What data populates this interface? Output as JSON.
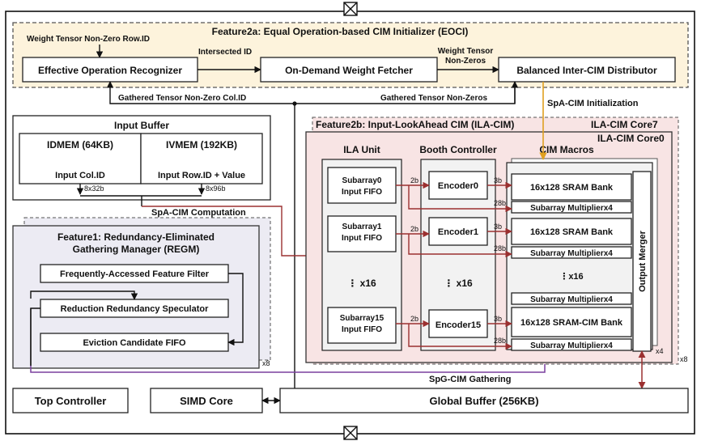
{
  "colors": {
    "eoci_fill": "#fdf3dc",
    "regm_fill": "#ecebf3",
    "ila_fill": "#f8e4e4",
    "cim_fill": "#f2f2f2",
    "init_arrow": "#e0a020",
    "red_arrow": "#9b3030",
    "spg_arrow": "#7a3f9d"
  },
  "icons": {
    "io_port": "x-box-icon"
  },
  "eoci": {
    "title": "Feature2a: Equal Operation-based CIM Initializer (EOCI)",
    "weight_row_id": "Weight Tensor Non-Zero Row.ID",
    "recognizer": "Effective Operation Recognizer",
    "intersected": "Intersected ID",
    "fetcher": "On-Demand Weight Fetcher",
    "wt_nonzeros_1": "Weight Tensor",
    "wt_nonzeros_2": "Non-Zeros",
    "distributor": "Balanced Inter-CIM Distributor",
    "gathered_col": "Gathered Tensor Non-Zero Col.ID",
    "gathered_nz": "Gathered Tensor Non-Zeros",
    "spa_init": "SpA-CIM Initialization"
  },
  "input_buffer": {
    "title": "Input Buffer",
    "idmem": "IDMEM (64KB)",
    "ivmem": "IVMEM (192KB)",
    "col_id": "Input Col.ID",
    "row_id": "Input Row.ID + Value",
    "w1": "8x32b",
    "w2": "8x96b"
  },
  "spa_comp": "SpA-CIM Computation",
  "regm": {
    "title1": "Feature1: Redundancy-Eliminated",
    "title2": "Gathering Manager (REGM)",
    "filter": "Frequently-Accessed Feature Filter",
    "speculator": "Reduction Redundancy Speculator",
    "fifo": "Eviction Candidate FIFO",
    "mult": "x8"
  },
  "ila": {
    "title": "Feature2b: Input-LookAhead CIM (ILA-CIM)",
    "core7": "ILA-CIM Core7",
    "core0": "ILA-CIM Core0",
    "unit": "ILA Unit",
    "booth": "Booth Controller",
    "macros": "CIM Macros",
    "sub0a": "Subarray0",
    "sub0b": "Input FIFO",
    "sub1a": "Subarray1",
    "sub1b": "Input FIFO",
    "sub15a": "Subarray15",
    "sub15b": "Input FIFO",
    "x16a": "⋮ x16",
    "x16b": "⋮ x16",
    "x16c": "⋮x16",
    "enc0": "Encoder0",
    "enc1": "Encoder1",
    "enc15": "Encoder15",
    "sram0": "16x128 SRAM Bank",
    "sram1": "16x128 SRAM Bank",
    "sram15": "16x128 SRAM-CIM Bank",
    "mul0": "Subarray Multiplierx4",
    "mul1": "Subarray Multiplierx4",
    "mul2": "Subarray Multiplierx4",
    "mul15": "Subarray Multiplierx4",
    "merger": "Output Merger",
    "lbl_2b": "2b",
    "lbl_3b": "3b",
    "lbl_28b": "28b",
    "x4": "x4",
    "x8": "x8"
  },
  "spg": "SpG-CIM Gathering",
  "bottom": {
    "top_ctrl": "Top Controller",
    "simd": "SIMD Core",
    "gbuf": "Global Buffer (256KB)"
  }
}
